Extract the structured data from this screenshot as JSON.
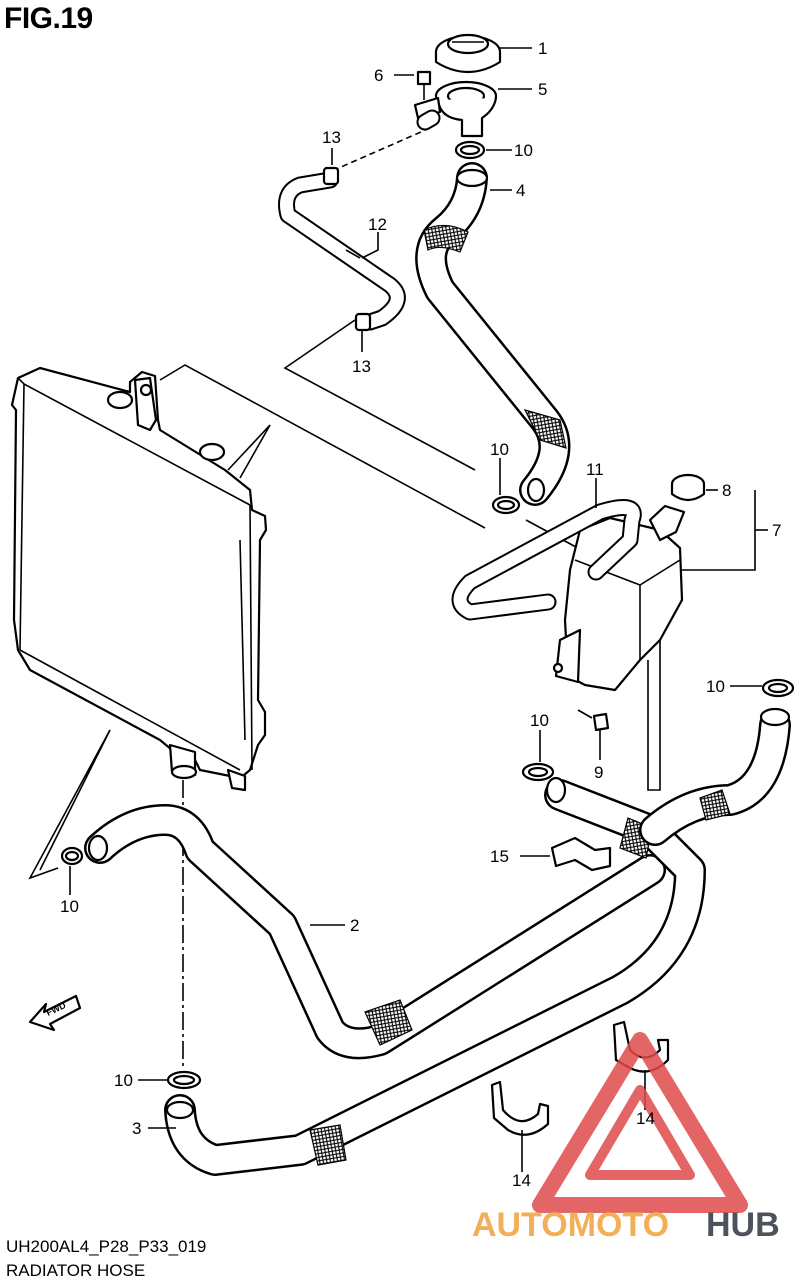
{
  "figure": {
    "title": "FIG.19",
    "code": "UH200AL4_P28_P33_019",
    "name": "RADIATOR HOSE",
    "fwd_label": "FWD"
  },
  "callouts": {
    "c1": "1",
    "c2": "2",
    "c3": "3",
    "c4": "4",
    "c5": "5",
    "c6": "6",
    "c7": "7",
    "c8": "8",
    "c9": "9",
    "c10a": "10",
    "c10b": "10",
    "c10c": "10",
    "c10d": "10",
    "c10e": "10",
    "c10f": "10",
    "c11": "11",
    "c12": "12",
    "c13a": "13",
    "c13b": "13",
    "c14a": "14",
    "c14b": "14",
    "c15": "15"
  },
  "watermark": {
    "text_part1": "AUTOMOTO",
    "text_part2": "HUB",
    "color_red": "#e04b4b",
    "color_orange": "#f0a23a",
    "color_dark": "#2f3440"
  }
}
